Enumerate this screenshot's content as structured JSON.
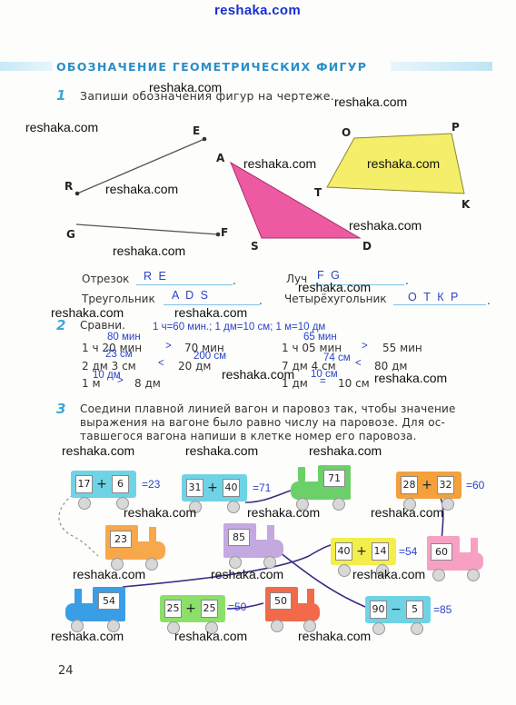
{
  "watermark": "reshaka.com",
  "section_title": "ОБОЗНАЧЕНИЕ ГЕОМЕТРИЧЕСКИХ ФИГУР",
  "page_number": "24",
  "task1": {
    "number": "1",
    "text": "Запиши обозначения фигур на чертеже.",
    "points": {
      "E": "E",
      "R": "R",
      "G": "G",
      "F": "F",
      "A": "A",
      "S": "S",
      "D": "D",
      "O": "O",
      "P": "P",
      "T": "T",
      "K": "K"
    },
    "answers": [
      {
        "label": "Отрезок",
        "value": "R E"
      },
      {
        "label": "Луч",
        "value": "F G"
      },
      {
        "label": "Треугольник",
        "value": "A D S"
      },
      {
        "label": "Четырёхугольник",
        "value": "О Т К Р"
      }
    ],
    "colors": {
      "triangle": "#ee5aa2",
      "quadrilateral": "#f4ee6a"
    }
  },
  "task2": {
    "number": "2",
    "text": "Сравни.",
    "hint": "1 ч=60 мин.;  1 дм=10 см;  1 м=10 дм",
    "left": [
      {
        "expr1": "1 ч 20 мин",
        "sign": ">",
        "expr2": "70 мин",
        "note": "80 мин"
      },
      {
        "expr1": "2 дм 3 см",
        "sign": "<",
        "expr2": "20 дм",
        "note1": "23 см",
        "note2": "200 см"
      },
      {
        "expr1": "1 м",
        "sign": ">",
        "expr2": "8 дм",
        "note": "10 дм"
      }
    ],
    "right": [
      {
        "expr1": "1 ч 05 мин",
        "sign": ">",
        "expr2": "55 мин",
        "note": "65 мин"
      },
      {
        "expr1": "7 дм 4 см",
        "sign": "<",
        "expr2": "80 дм",
        "note": "74 см"
      },
      {
        "expr1": "1 дм",
        "sign": "=",
        "expr2": "10 см",
        "note": "10 см"
      }
    ]
  },
  "task3": {
    "number": "3",
    "text_lines": [
      "Соедини плавной линией вагон и паровоз так, чтобы значение",
      "выражения на вагоне было равно числу на паровозе. Для ос-",
      "тавшегося вагона напиши в клетке номер его паровоза."
    ],
    "wagons": [
      {
        "a": "17",
        "op": "+",
        "b": "6",
        "result": "=23",
        "color": "#6fd3e6"
      },
      {
        "a": "31",
        "op": "+",
        "b": "40",
        "result": "=71",
        "color": "#6fd3e6"
      },
      {
        "a": "28",
        "op": "+",
        "b": "32",
        "result": "=60",
        "color": "#f4a03c"
      },
      {
        "a": "40",
        "op": "+",
        "b": "14",
        "result": "=54",
        "color": "#f4ee4a"
      },
      {
        "a": "25",
        "op": "+",
        "b": "25",
        "result": "=50",
        "color": "#8ce06a"
      },
      {
        "a": "90",
        "op": "−",
        "b": "5",
        "result": "=85",
        "color": "#6fd3e6"
      }
    ],
    "engines": [
      {
        "number": "71",
        "color": "#6cd06a"
      },
      {
        "number": "23",
        "color": "#f6a84a"
      },
      {
        "number": "85",
        "color": "#c4a8e0"
      },
      {
        "number": "60",
        "color": "#f6a0c4"
      },
      {
        "number": "54",
        "color": "#3a9ee6"
      },
      {
        "number": "50",
        "color": "#f26a4a"
      }
    ]
  }
}
